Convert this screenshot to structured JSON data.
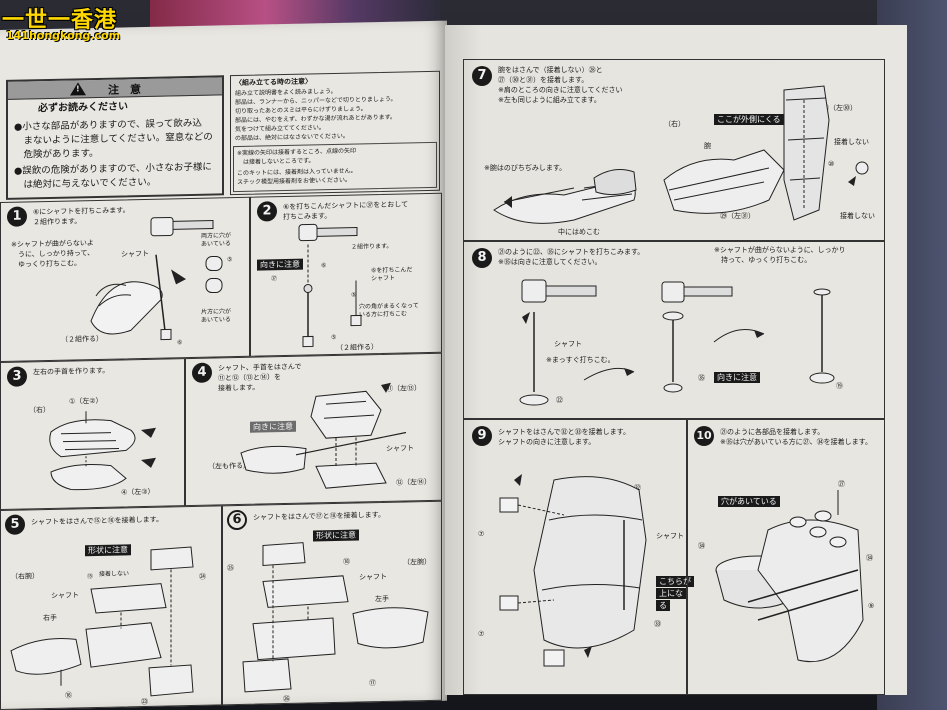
{
  "logo": {
    "title": "一世一香港",
    "subtitle": "141hongkong.com"
  },
  "left_page": {
    "warning": {
      "heading": "注　意",
      "lines": [
        "必ずお読みください",
        "●小さな部品がありますので、誤って飲み込",
        "　まないように注意してください。窒息などの",
        "　危険があります。",
        "●誤飲の危険がありますので、小さなお子様に",
        "　は絶対に与えないでください。"
      ]
    },
    "assembly_note": {
      "heading": "〈組み立てる時の注意〉",
      "lines": [
        "組み立て説明書をよく読みましょう。",
        "部品は、ランナーから、ニッパーなどで切りとりましょう。",
        "切り取ったあとのスミは平らにけずりましょう。",
        "部品には、やむをえず、わずかな湯が流れあとがあります。",
        "気をつけて組み立ててください。",
        "の部品は、絶対にはなさないでください。"
      ],
      "note_lines": [
        "※実線の矢印は接着するところ、点線の矢印",
        "　は接着しないところです。",
        "このキットには、接着剤は入っていません。",
        "スチック模型用接着剤をお使いください。"
      ]
    },
    "steps": [
      {
        "num": "1",
        "lines": [
          "⑥にシャフトを打ちこみます。",
          "２組作ります。"
        ],
        "notes": [
          "※シャフトが曲がらないよ",
          "　うに、しっかり持って、",
          "　ゆっくり打ちこむ。"
        ],
        "labels": [
          "シャフト",
          "両方に穴が",
          "あいている",
          "⑤",
          "片方に穴が",
          "あいている",
          "⑥",
          "（２組作る）"
        ]
      },
      {
        "num": "2",
        "lines": [
          "⑥を打ちこんだシャフトに㊲をとおして",
          "打ちこみます。"
        ],
        "labels": [
          "２組作ります。",
          "向きに注意",
          "⑥",
          "㊲",
          "⑥を打ちこんだ",
          "シャフト",
          "⑤",
          "穴の角がまるくなって",
          "いる方に打ちこむ",
          "⑤",
          "（２組作る）"
        ]
      },
      {
        "num": "3",
        "lines": [
          "左右の手首を作ります。"
        ],
        "labels": [
          "（右）",
          "①（左②）",
          "④（左③）"
        ]
      },
      {
        "num": "4",
        "lines": [
          "シャフト、手首をはさんで",
          "⑪と⑫（⑬と⑭）を",
          "接着します。"
        ],
        "labels": [
          "⑪（左⑬）",
          "向きに注意",
          "（左も作る）",
          "シャフト",
          "⑫（左⑭）"
        ]
      },
      {
        "num": "5",
        "lines": [
          "シャフトをはさんで⑮と⑯を接着します。"
        ],
        "labels": [
          "形状に注意",
          "（右腕）",
          "㉔",
          "接着しない",
          "⑮",
          "シャフト",
          "右手",
          "⑯",
          "㉓"
        ]
      },
      {
        "num": "6",
        "lines": [
          "シャフトをはさんで⑰と⑱を接着します。"
        ],
        "labels": [
          "形状に注意",
          "㉕",
          "⑱",
          "（左腕）",
          "シャフト",
          "左手",
          "⑰",
          "㉖"
        ]
      }
    ]
  },
  "right_page": {
    "steps": [
      {
        "num": "7",
        "lines": [
          "腕をはさんで（接着しない）㉘と",
          "㉗（㉚と㉛）を接着します。",
          "※肩のところの向きに注意してください",
          "※左も同じように組み立てます。"
        ],
        "labels": [
          "（右）",
          "ここが外側にくる",
          "腕",
          "㉖（左㉚）",
          "接着しない",
          "⑩",
          "㉞",
          "㉙（左㉛）",
          "接着しない",
          "※腕はのびちぢみします。",
          "中にはめこむ"
        ]
      },
      {
        "num": "8",
        "lines": [
          "㉑のように㉒、㉟にシャフトを打ちこみます。",
          "※㉟は向きに注意してください。"
        ],
        "notes": [
          "※シャフトが曲がらないように、しっかり",
          "　持って、ゆっくり打ちこむ。"
        ],
        "labels": [
          "シャフト",
          "※まっすぐ打ちこむ。",
          "㉒",
          "㉟",
          "向きに注意",
          "⑲"
        ]
      },
      {
        "num": "9",
        "lines": [
          "シャフトをはさんで㉜と㉝を接着します。",
          "シャフトの向きに注意します。"
        ],
        "labels": [
          "㉜",
          "シャフト",
          "⑦",
          "⑦",
          "こちらが",
          "上にな",
          "る",
          "㉝"
        ]
      },
      {
        "num": "10",
        "lines": [
          "㉑のように各部品を接着します。",
          "※㉟は穴があいている方に㉗、㉞を接着します。"
        ],
        "labels": [
          "穴があいている",
          "㉗",
          "㉞",
          "㉞",
          "⑨"
        ]
      }
    ]
  }
}
